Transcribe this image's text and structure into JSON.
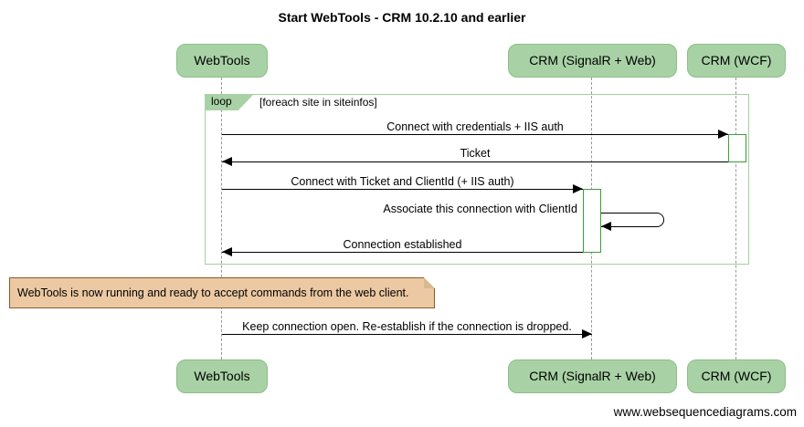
{
  "title": "Start WebTools - CRM 10.2.10 and earlier",
  "actors": [
    {
      "id": "webtools",
      "label": "WebTools"
    },
    {
      "id": "crm-signalr",
      "label": "CRM (SignalR + Web)"
    },
    {
      "id": "crm-wcf",
      "label": "CRM (WCF)"
    }
  ],
  "loop": {
    "label": "loop",
    "condition": "[foreach site in siteinfos]"
  },
  "messages": [
    {
      "text": "Connect with credentials + IIS auth",
      "from": "WebTools",
      "to": "CRM (WCF)"
    },
    {
      "text": "Ticket",
      "from": "CRM (WCF)",
      "to": "WebTools"
    },
    {
      "text": "Connect with Ticket and ClientId (+ IIS auth)",
      "from": "WebTools",
      "to": "CRM (SignalR + Web)"
    },
    {
      "text": "Associate this connection with ClientId",
      "from": "CRM (SignalR + Web)",
      "to": "CRM (SignalR + Web)",
      "self": true
    },
    {
      "text": "Connection established",
      "from": "CRM (SignalR + Web)",
      "to": "WebTools"
    },
    {
      "text": "Keep connection open. Re-establish if the connection is dropped.",
      "from": "WebTools",
      "to": "CRM (SignalR + Web)"
    }
  ],
  "note": {
    "text": "WebTools is now running and ready to accept commands from the web client."
  },
  "watermark": "www.websequencediagrams.com",
  "colors": {
    "actor_fill": "#a8d2a5",
    "actor_border": "#8bbf85",
    "frame_border": "#a6cfa1",
    "activation_border": "#3a9d3a",
    "note_fill": "#ecc9a2",
    "note_border": "#8b5a2b",
    "note_fold": "#d9b98f",
    "lifeline": "#999999",
    "arrow": "#000000"
  }
}
